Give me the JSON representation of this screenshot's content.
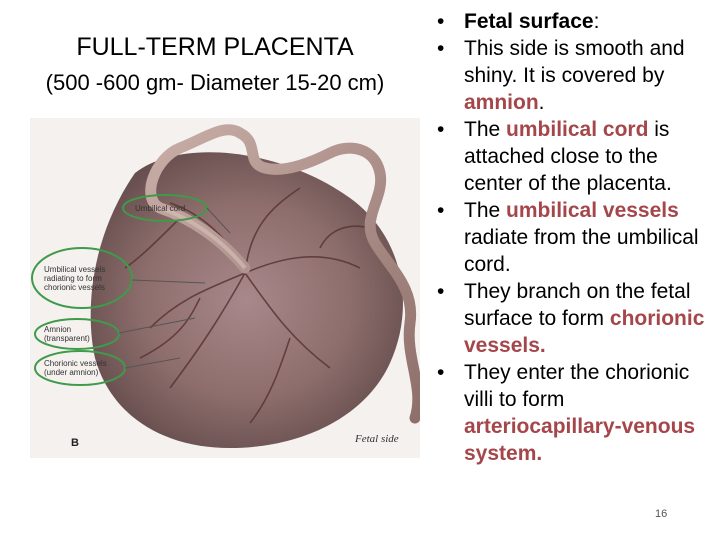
{
  "title": "FULL-TERM PLACENTA",
  "subtitle": "(500 -600 gm- Diameter 15-20 cm)",
  "figure": {
    "labels": {
      "umbilical_cord": "Umbilical cord",
      "vessels_line1": "Umbilical vessels",
      "vessels_line2": "radiating to form",
      "vessels_line3": "chorionic vessels",
      "amnion_line1": "Amnion",
      "amnion_line2": "(transparent)",
      "chorionic_line1": "Chorionic vessels",
      "chorionic_line2": "(under amnion)"
    },
    "letter": "B",
    "caption": "Fetal side",
    "colors": {
      "outline": "#3f9a4a",
      "placenta": "#8a6a66",
      "cord": "#b79a94"
    }
  },
  "bullets": {
    "b1": {
      "label": "Fetal surface",
      "suffix": ":"
    },
    "b2": {
      "text": "This side is smooth and shiny. It is covered by ",
      "highlight": "amnion",
      "suffix": "."
    },
    "b3": {
      "prefix": "The ",
      "highlight": "umbilical cord",
      "suffix": " is attached close to the center of the placenta."
    },
    "b4": {
      "prefix": "The ",
      "highlight": "umbilical vessels",
      "suffix": " radiate from the umbilical cord."
    },
    "b5": {
      "prefix": "They branch on the fetal surface to form ",
      "highlight": "chorionic vessels."
    },
    "b6": {
      "prefix": "They enter the chorionic villi to form ",
      "highlight": "arteriocapillary-venous system."
    }
  },
  "page_number": "16",
  "accent_color": "#a5474a"
}
